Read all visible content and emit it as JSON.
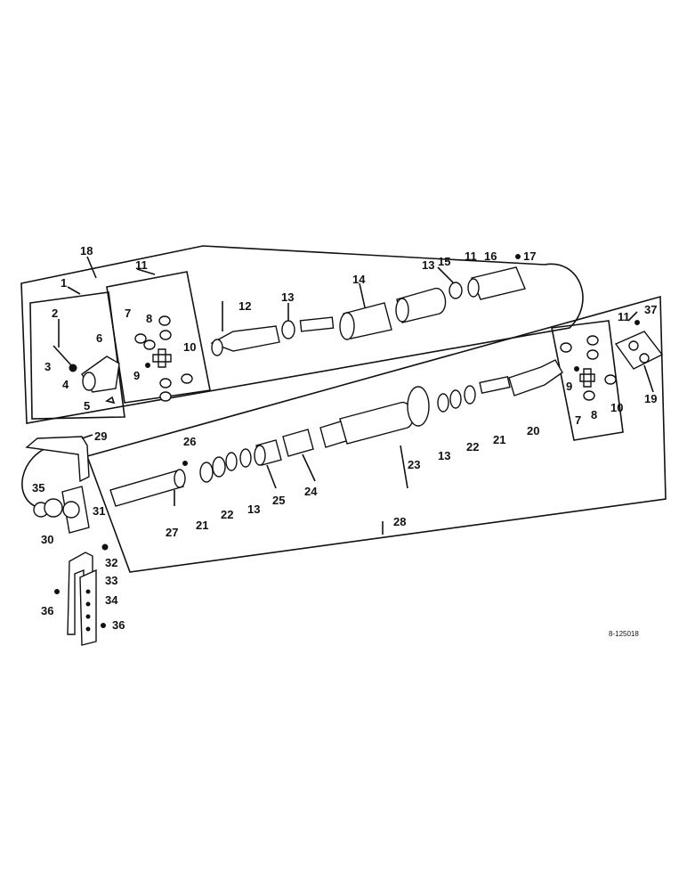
{
  "diagram": {
    "drawing_code": "8-125018",
    "callouts": [
      "1",
      "2",
      "3",
      "4",
      "5",
      "6",
      "7",
      "8",
      "9",
      "10",
      "11",
      "12",
      "13",
      "14",
      "15",
      "16",
      "17",
      "18",
      "19",
      "20",
      "21",
      "22",
      "23",
      "24",
      "25",
      "26",
      "27",
      "28",
      "29",
      "30",
      "31",
      "32",
      "33",
      "34",
      "35",
      "36",
      "37"
    ],
    "parts": [
      {
        "ref": "1",
        "icon": "yoke-assembly"
      },
      {
        "ref": "2",
        "icon": "pin"
      },
      {
        "ref": "3",
        "icon": "pin"
      },
      {
        "ref": "4",
        "icon": "nut"
      },
      {
        "ref": "5",
        "icon": "clip"
      },
      {
        "ref": "6",
        "icon": "yoke"
      },
      {
        "ref": "7",
        "icon": "bearing-cup"
      },
      {
        "ref": "8",
        "icon": "bearing-cup"
      },
      {
        "ref": "9",
        "icon": "grease-fitting"
      },
      {
        "ref": "10",
        "icon": "cross"
      },
      {
        "ref": "11",
        "icon": "universal-joint"
      },
      {
        "ref": "12",
        "icon": "shaft-yoke"
      },
      {
        "ref": "13",
        "icon": "snap-ring"
      },
      {
        "ref": "14",
        "icon": "shield-cone"
      },
      {
        "ref": "15",
        "icon": "ring"
      },
      {
        "ref": "16",
        "icon": "bolt"
      },
      {
        "ref": "17",
        "icon": "nut"
      },
      {
        "ref": "18",
        "icon": "drive-assembly"
      },
      {
        "ref": "19",
        "icon": "flange-yoke"
      },
      {
        "ref": "20",
        "icon": "tube-yoke"
      },
      {
        "ref": "21",
        "icon": "ring"
      },
      {
        "ref": "22",
        "icon": "washer"
      },
      {
        "ref": "23",
        "icon": "shield-tube"
      },
      {
        "ref": "24",
        "icon": "bushing"
      },
      {
        "ref": "25",
        "icon": "washer"
      },
      {
        "ref": "26",
        "icon": "set-screw"
      },
      {
        "ref": "27",
        "icon": "splined-shaft"
      },
      {
        "ref": "28",
        "icon": "shaft-assembly"
      },
      {
        "ref": "29",
        "icon": "shield"
      },
      {
        "ref": "30",
        "icon": "bearing"
      },
      {
        "ref": "31",
        "icon": "flange-housing"
      },
      {
        "ref": "32",
        "icon": "bolt"
      },
      {
        "ref": "33",
        "icon": "bracket"
      },
      {
        "ref": "34",
        "icon": "bracket"
      },
      {
        "ref": "35",
        "icon": "snap-ring"
      },
      {
        "ref": "36",
        "icon": "bolt"
      },
      {
        "ref": "37",
        "icon": "grease-fitting"
      }
    ]
  }
}
